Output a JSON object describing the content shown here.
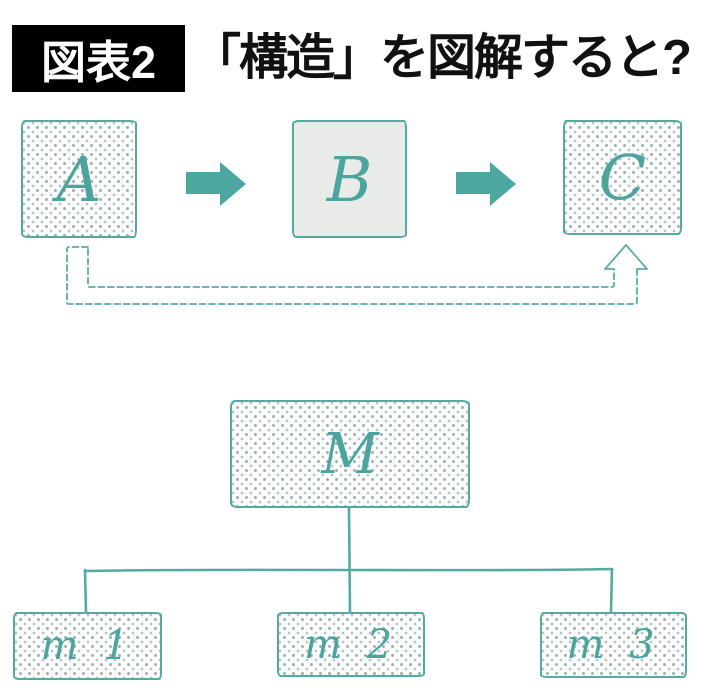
{
  "header": {
    "badge_label": "図表2",
    "title": "「構造」を図解すると?"
  },
  "flow_diagram": {
    "nodes": [
      {
        "id": "A",
        "label": "A",
        "fill_style": "dotted"
      },
      {
        "id": "B",
        "label": "B",
        "fill_style": "gray"
      },
      {
        "id": "C",
        "label": "C",
        "fill_style": "dotted"
      }
    ],
    "connections": [
      {
        "from": "A",
        "to": "B",
        "style": "solid-block-arrow"
      },
      {
        "from": "B",
        "to": "C",
        "style": "solid-block-arrow"
      },
      {
        "from": "A",
        "to": "C",
        "style": "dashed-outline-block-arrow"
      }
    ]
  },
  "tree_diagram": {
    "root": {
      "label": "M",
      "fill_style": "dotted"
    },
    "children": [
      {
        "label": "m 1",
        "fill_style": "dotted"
      },
      {
        "label": "m 2",
        "fill_style": "dotted"
      },
      {
        "label": "m 3",
        "fill_style": "dotted"
      }
    ]
  },
  "colors": {
    "accent_teal": "#4BA7A0",
    "node_border": "#55A9A3",
    "dot_color": "#8DA8A5",
    "gray_fill": "#E9EBE9",
    "badge_bg": "#000000",
    "badge_text": "#FFFFFF",
    "title_text": "#111111"
  }
}
